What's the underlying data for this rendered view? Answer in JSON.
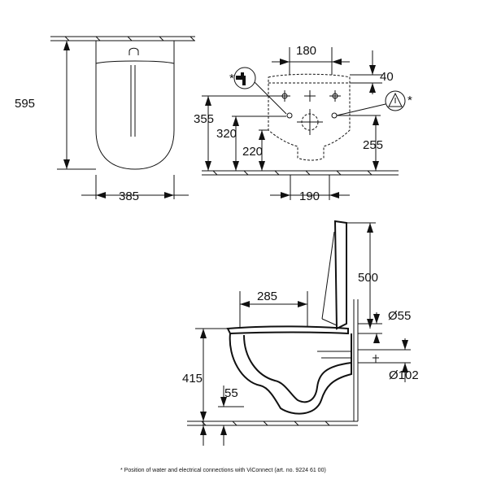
{
  "top_view": {
    "height_label": "595",
    "width_label": "385"
  },
  "front_view": {
    "hole_spacing_label": "180",
    "top_offset_label": "40",
    "bolt_height_label": "355",
    "center_height_label": "320",
    "lower_height_label": "220",
    "right_height_label": "255",
    "bottom_width_label": "190",
    "asterisk_left": "*",
    "asterisk_right": "*"
  },
  "side_view": {
    "lid_height_label": "500",
    "depth_label": "285",
    "inlet_label": "Ø55",
    "outlet_label": "Ø102",
    "seat_height_label": "415",
    "outlet_height_label": "55"
  },
  "footnote": "* Position of water and electrical connections with ViConnect (art. no. 9224 61 00)"
}
